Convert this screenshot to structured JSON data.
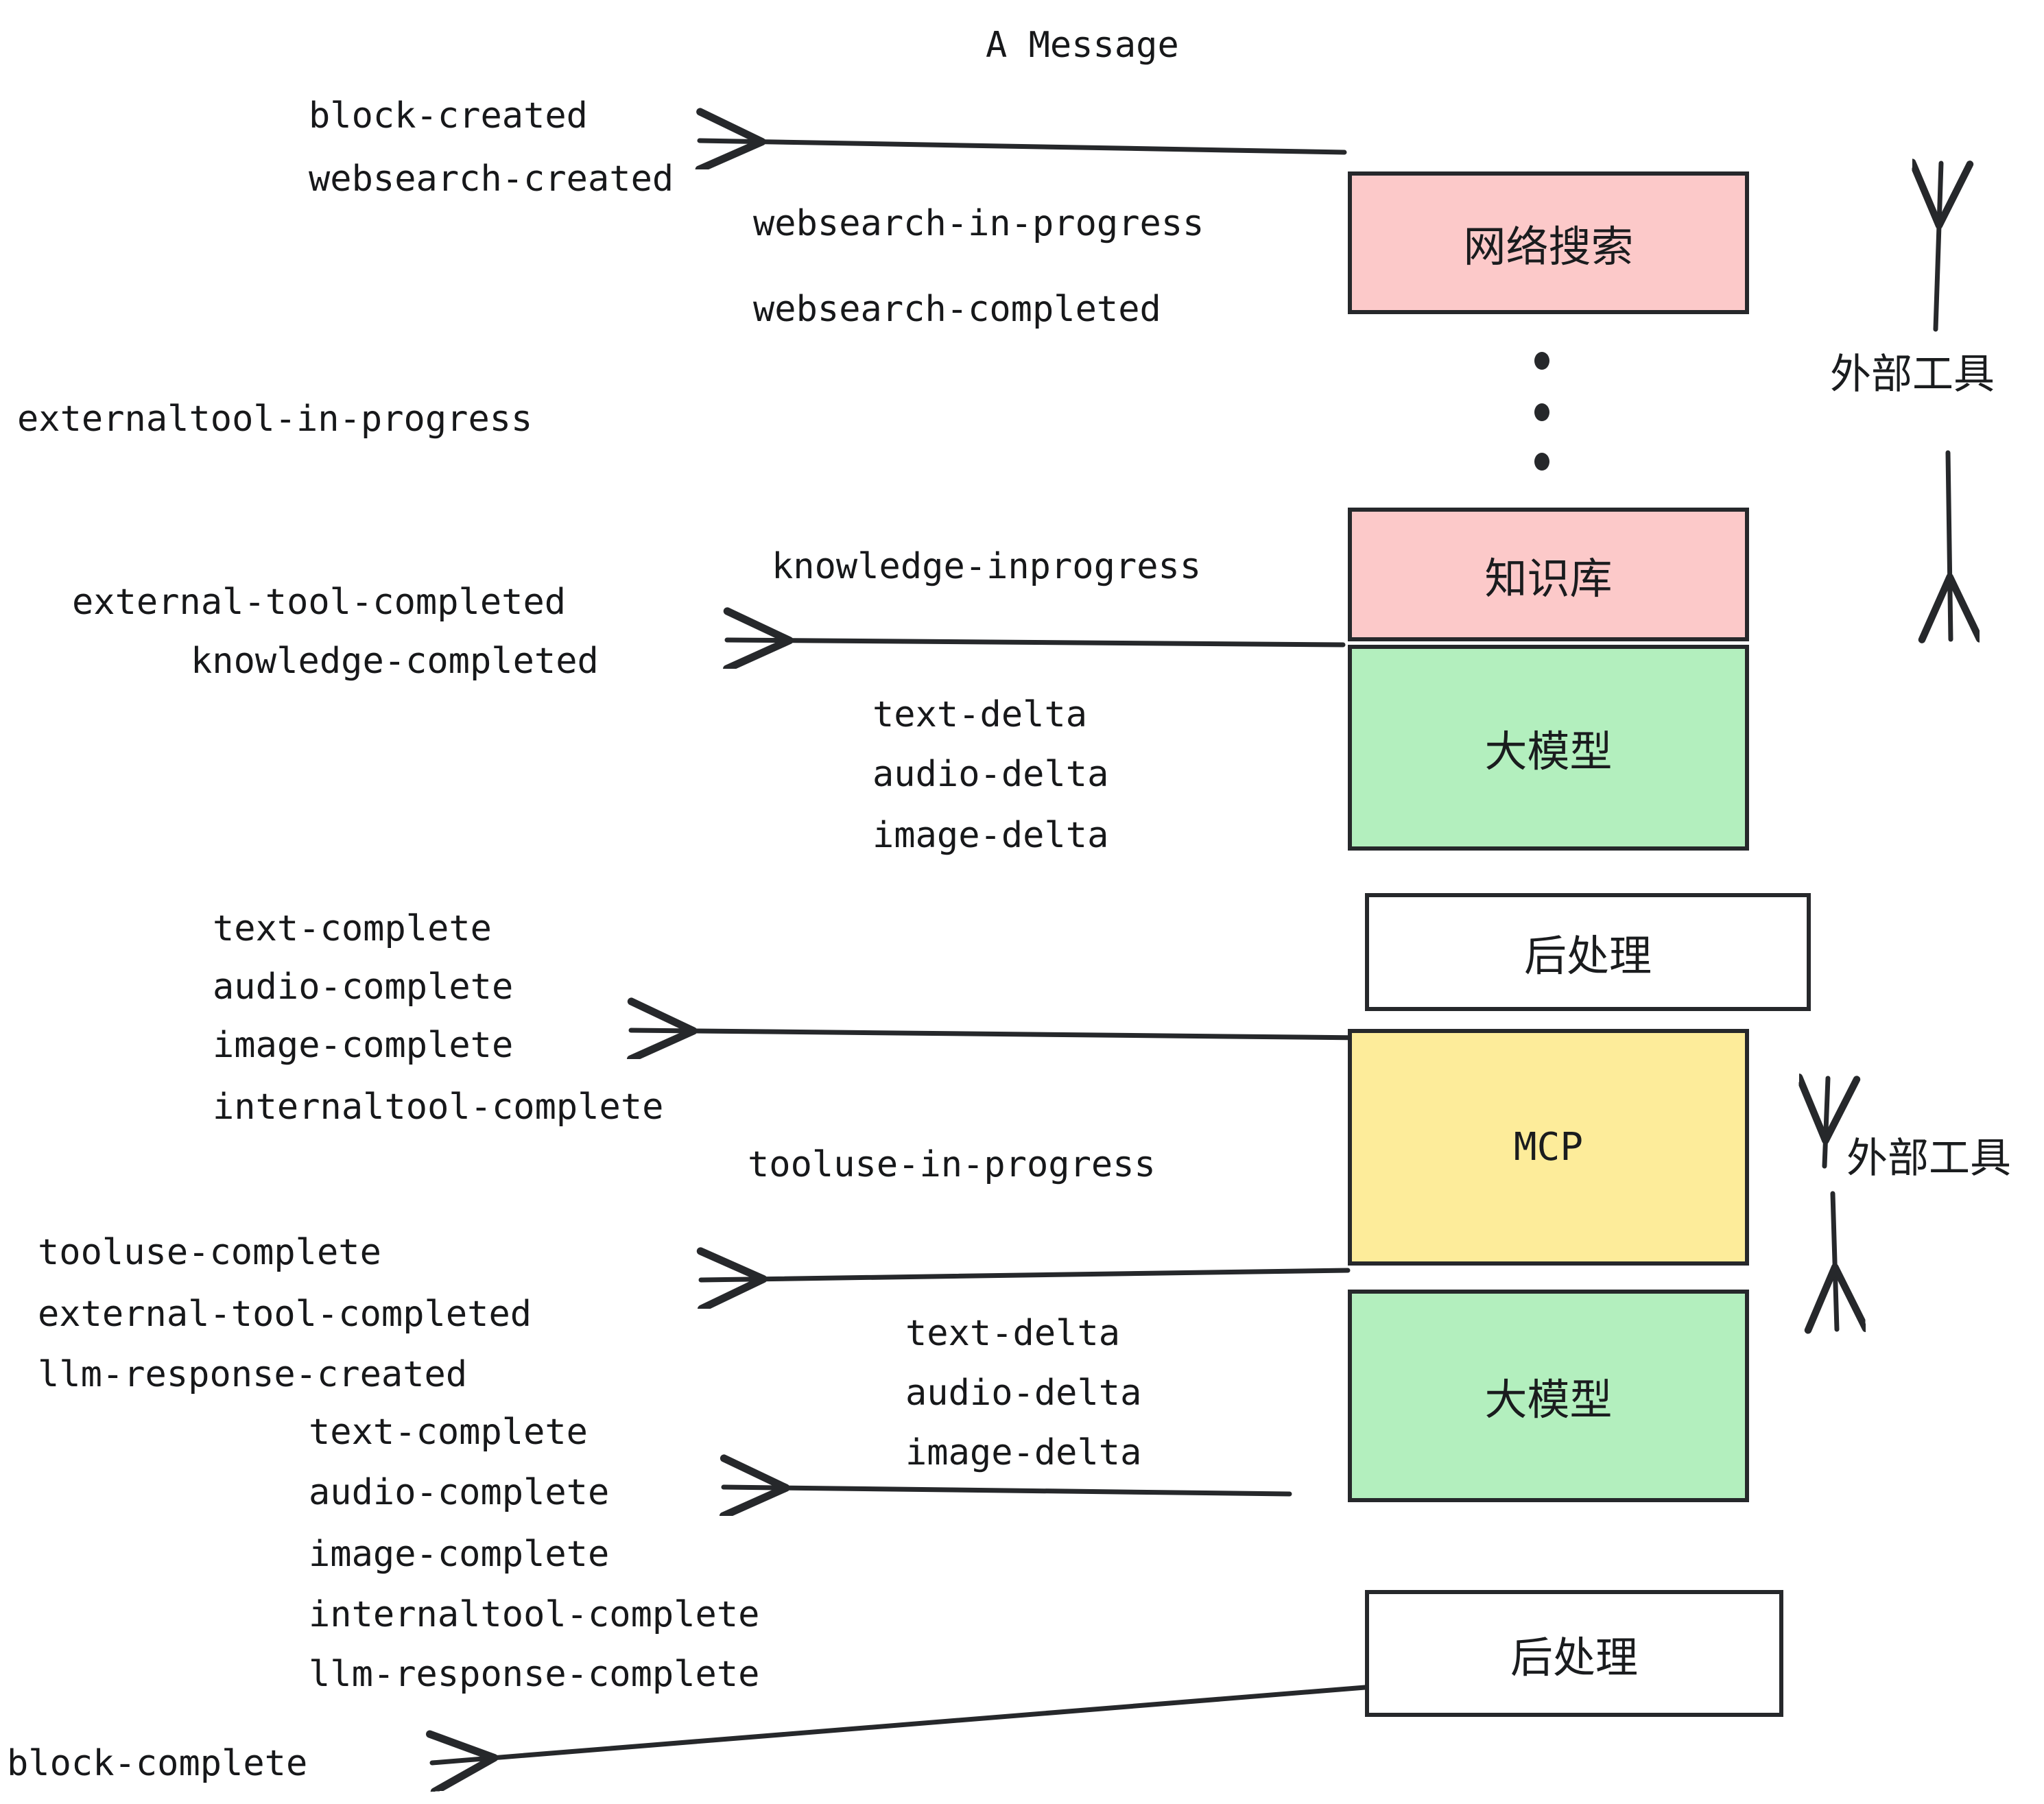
{
  "title": "A Message",
  "colors": {
    "pink": "#FCC9C9",
    "green": "#B3EFBE",
    "yellow": "#FDEC9A",
    "white": "#FFFFFF",
    "stroke": "#26282B",
    "text": "#17181A"
  },
  "boxes": [
    {
      "id": "websearch",
      "label": "网络搜索",
      "fill": "#FCC9C9"
    },
    {
      "id": "knowledge",
      "label": "知识库",
      "fill": "#FCC9C9"
    },
    {
      "id": "llm-1",
      "label": "大模型",
      "fill": "#B3EFBE"
    },
    {
      "id": "postproc-1",
      "label": "后处理",
      "fill": "#FFFFFF"
    },
    {
      "id": "mcp",
      "label": "MCP",
      "fill": "#FDEC9A"
    },
    {
      "id": "llm-2",
      "label": "大模型",
      "fill": "#B3EFBE"
    },
    {
      "id": "postproc-2",
      "label": "后处理",
      "fill": "#FFFFFF"
    }
  ],
  "side_labels": {
    "external_tools_top": "外部工具",
    "external_tools_bottom": "外部工具"
  },
  "events": {
    "block_created": "block-created",
    "websearch_created": "websearch-created",
    "websearch_in_progress": "websearch-in-progress",
    "websearch_completed": "websearch-completed",
    "externaltool_in_progress": "externaltool-in-progress",
    "knowledge_inprogress": "knowledge-inprogress",
    "external_tool_completed_1": "external-tool-completed",
    "knowledge_completed": "knowledge-completed",
    "text_delta_1": "text-delta",
    "audio_delta_1": "audio-delta",
    "image_delta_1": "image-delta",
    "text_complete_1": "text-complete",
    "audio_complete_1": "audio-complete",
    "image_complete_1": "image-complete",
    "internaltool_complete_1": "internaltool-complete",
    "tooluse_in_progress": "tooluse-in-progress",
    "tooluse_complete": "tooluse-complete",
    "external_tool_completed_2": "external-tool-completed",
    "llm_response_created": "llm-response-created",
    "text_delta_2": "text-delta",
    "audio_delta_2": "audio-delta",
    "image_delta_2": "image-delta",
    "text_complete_2": "text-complete",
    "audio_complete_2": "audio-complete",
    "image_complete_2": "image-complete",
    "internaltool_complete_2": "internaltool-complete",
    "llm_response_complete": "llm-response-complete",
    "block_complete": "block-complete"
  }
}
